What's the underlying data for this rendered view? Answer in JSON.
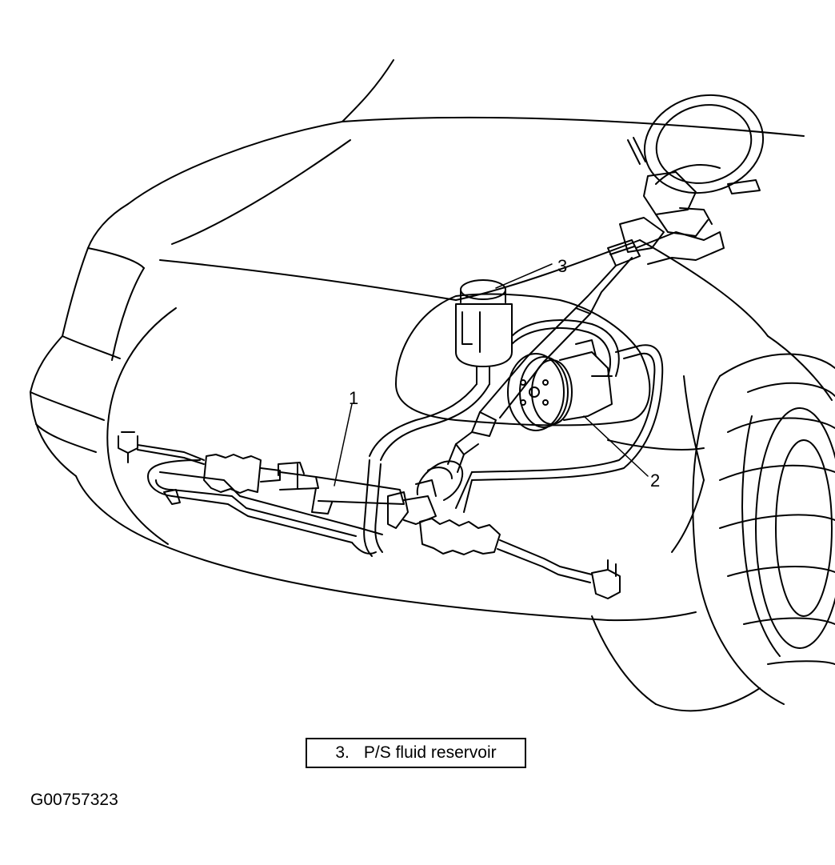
{
  "callouts": {
    "one": "1",
    "two": "2",
    "three": "3"
  },
  "legend": {
    "number": "3.",
    "text": "P/S fluid reservoir"
  },
  "figure_code": "G00757323",
  "colors": {
    "line": "#000000",
    "background": "#ffffff"
  }
}
